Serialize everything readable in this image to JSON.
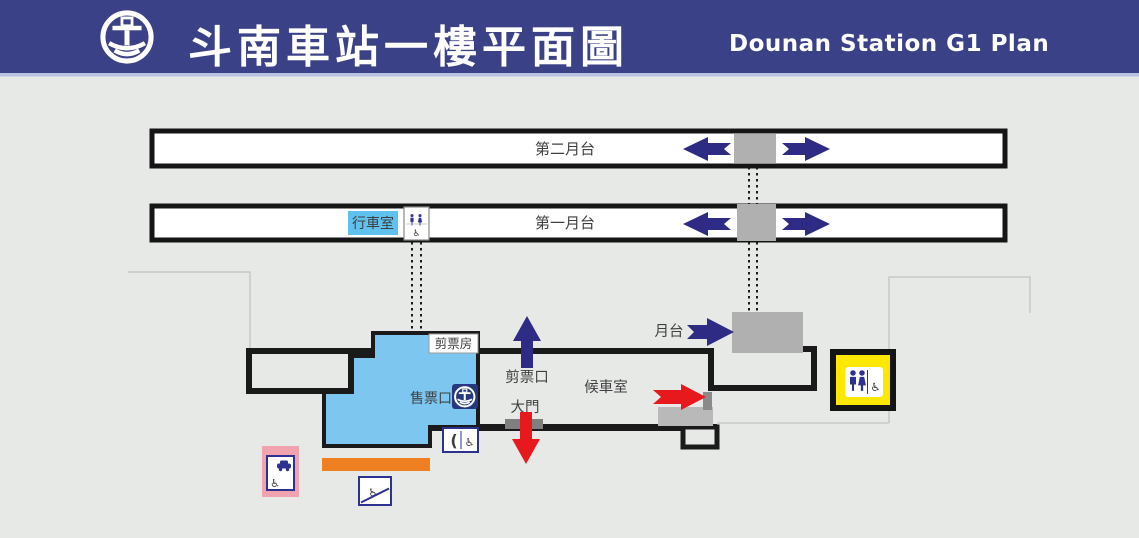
{
  "header": {
    "title_zh": "斗南車站一樓平面圖",
    "title_en": "Dounan Station G1 Plan"
  },
  "platforms": {
    "platform2_label": "第二月台",
    "platform1_label": "第一月台",
    "control_room_label": "行車室"
  },
  "building": {
    "gate_room_label": "剪票房",
    "ticket_window_label": "售票口",
    "gate_label": "剪票口",
    "door_label": "大門",
    "waiting_room_label": "候車室",
    "platform_access_label": "月台"
  },
  "icons": {
    "wheelchair_glyph": "♿",
    "phone_glyph": "("
  },
  "colors": {
    "header_bg": "#3b4186",
    "arrow_navy": "#2e2b85",
    "arrow_red": "#e8191c",
    "building_blue": "#7dc6ef",
    "control_room_blue": "#5fc1ed",
    "toilet_yellow": "#ffe800",
    "parking_pink": "#f1a3b0",
    "ramp_orange": "#ee8022",
    "stairs_gray": "#b0b0b0",
    "background_gray": "#e7e9e7",
    "wall_black": "#1a1a1a",
    "icon_navy": "#2d3291"
  }
}
